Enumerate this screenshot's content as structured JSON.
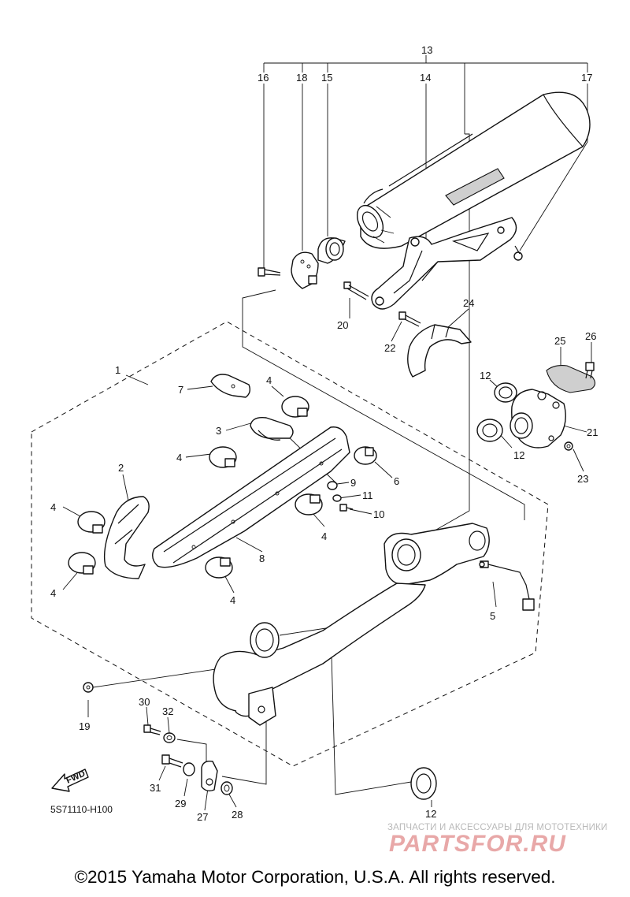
{
  "diagram": {
    "part_numbers": [
      "1",
      "2",
      "3",
      "4",
      "5",
      "6",
      "7",
      "8",
      "9",
      "10",
      "11",
      "12",
      "13",
      "14",
      "15",
      "16",
      "17",
      "18",
      "19",
      "20",
      "21",
      "22",
      "23",
      "24",
      "25",
      "26",
      "27",
      "28",
      "29",
      "30",
      "31",
      "32"
    ],
    "fwd_label": "FWD",
    "diagram_code": "5S71110-H100"
  },
  "watermark": {
    "subtitle": "ЗАПЧАСТИ И АКСЕССУАРЫ ДЛЯ МОТОТЕХНИКИ",
    "brand": "PARTSFOR.RU"
  },
  "copyright": "©2015 Yamaha Motor Corporation, U.S.A. All rights reserved."
}
